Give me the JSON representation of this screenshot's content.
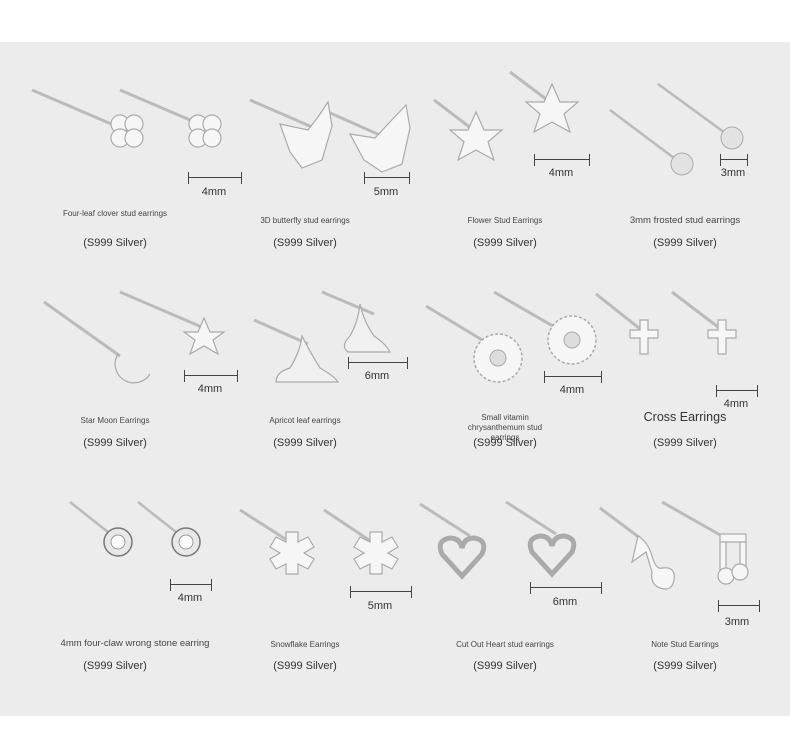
{
  "products": [
    {
      "name": "Four-leaf clover stud earrings",
      "material": "(S999 Silver)",
      "size": "4mm",
      "shape": "clover-icon"
    },
    {
      "name": "3D butterfly stud earrings",
      "material": "(S999 Silver)",
      "size": "5mm",
      "shape": "butterfly-icon"
    },
    {
      "name": "Flower Stud Earrings",
      "material": "(S999 Silver)",
      "size": "4mm",
      "shape": "flower-icon"
    },
    {
      "name": "3mm frosted stud earrings",
      "material": "(S999 Silver)",
      "size": "3mm",
      "shape": "frosted-ball-icon"
    },
    {
      "name": "Star Moon Earrings",
      "material": "(S999 Silver)",
      "size": "4mm",
      "shape": "moon-star-icon"
    },
    {
      "name": "Apricot leaf earrings",
      "material": "(S999 Silver)",
      "size": "6mm",
      "shape": "ginkgo-leaf-icon"
    },
    {
      "name": "Small vitamin chrysanthemum stud earrings",
      "material": "(S999 Silver)",
      "size": "4mm",
      "shape": "daisy-icon"
    },
    {
      "name": "Cross Earrings",
      "material": "(S999 Silver)",
      "size": "4mm",
      "shape": "cross-icon"
    },
    {
      "name": "4mm four-claw wrong stone earring",
      "material": "(S999 Silver)",
      "size": "4mm",
      "shape": "gemstone-icon"
    },
    {
      "name": "Snowflake Earrings",
      "material": "(S999 Silver)",
      "size": "5mm",
      "shape": "snowflake-icon"
    },
    {
      "name": "Cut Out Heart stud earrings",
      "material": "(S999 Silver)",
      "size": "6mm",
      "shape": "heart-icon"
    },
    {
      "name": "Note Stud Earrings",
      "material": "(S999 Silver)",
      "size": "3mm",
      "shape": "music-note-icon"
    }
  ],
  "colors": {
    "background": "#ececec",
    "silver_light": "#f7f7f7",
    "silver_dark": "#9a9a9a",
    "text": "#333333"
  }
}
